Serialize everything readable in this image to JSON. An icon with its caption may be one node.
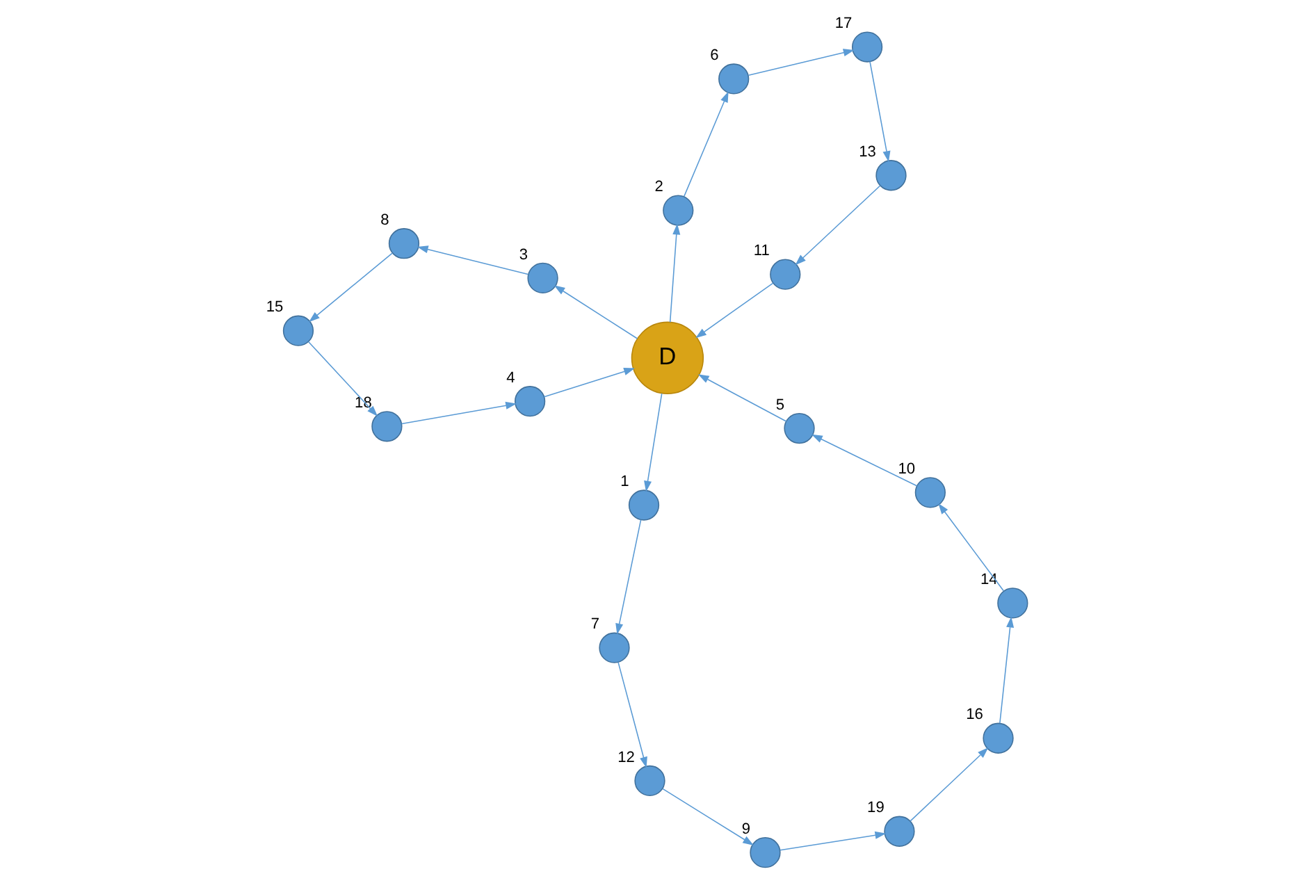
{
  "diagram": {
    "nodes": [
      {
        "text": [
          "D"
        ]
      },
      {
        "text": [],
        "shape": "circle",
        "beside": [
          "1"
        ]
      },
      {
        "text": [],
        "shape": "circle",
        "beside": [
          "2"
        ]
      },
      {
        "text": [],
        "shape": "circle",
        "beside": [
          "3"
        ]
      },
      {
        "text": [],
        "shape": "circle",
        "beside": [
          "4"
        ]
      },
      {
        "text": [],
        "shape": "circle",
        "beside": [
          "5"
        ]
      },
      {
        "text": [],
        "shape": "circle",
        "beside": [
          "6"
        ]
      },
      {
        "text": [],
        "shape": "circle",
        "beside": [
          "7"
        ]
      },
      {
        "text": [],
        "shape": "circle",
        "beside": [
          "8"
        ]
      },
      {
        "text": [],
        "shape": "circle",
        "beside": [
          "9"
        ]
      },
      {
        "text": [],
        "shape": "circle",
        "beside": [
          "10"
        ]
      },
      {
        "text": [],
        "shape": "circle",
        "beside": [
          "11"
        ]
      },
      {
        "text": [],
        "shape": "circle",
        "beside": [
          "12"
        ]
      },
      {
        "text": [],
        "shape": "circle",
        "beside": [
          "13"
        ]
      },
      {
        "text": [],
        "shape": "circle",
        "beside": [
          "14"
        ]
      },
      {
        "text": [],
        "shape": "circle",
        "beside": [
          "15"
        ]
      },
      {
        "text": [],
        "shape": "circle",
        "beside": [
          "16"
        ]
      },
      {
        "text": [],
        "shape": "circle",
        "beside": [
          "17"
        ]
      },
      {
        "text": [],
        "shape": "circle",
        "beside": [
          "18"
        ]
      },
      {
        "text": [],
        "shape": "circle",
        "beside": [
          "19"
        ]
      }
    ],
    "edges": [
      {
        "from": 0,
        "to": 1,
        "arrow": "to"
      },
      {
        "from": 1,
        "to": 7,
        "arrow": "to"
      },
      {
        "from": 7,
        "to": 12,
        "arrow": "to"
      },
      {
        "from": 12,
        "to": 9,
        "arrow": "to"
      },
      {
        "from": 9,
        "to": 19,
        "arrow": "to"
      },
      {
        "from": 19,
        "to": 16,
        "arrow": "to"
      },
      {
        "from": 16,
        "to": 14,
        "arrow": "to"
      },
      {
        "from": 14,
        "to": 10,
        "arrow": "to"
      },
      {
        "from": 10,
        "to": 5,
        "arrow": "to"
      },
      {
        "from": 5,
        "to": 0,
        "arrow": "to"
      },
      {
        "from": 0,
        "to": 2,
        "arrow": "to"
      },
      {
        "from": 2,
        "to": 6,
        "arrow": "to"
      },
      {
        "from": 6,
        "to": 17,
        "arrow": "to"
      },
      {
        "from": 17,
        "to": 13,
        "arrow": "to"
      },
      {
        "from": 13,
        "to": 11,
        "arrow": "to"
      },
      {
        "from": 11,
        "to": 0,
        "arrow": "to"
      },
      {
        "from": 0,
        "to": 3,
        "arrow": "to"
      },
      {
        "from": 3,
        "to": 8,
        "arrow": "to"
      },
      {
        "from": 8,
        "to": 15,
        "arrow": "to"
      },
      {
        "from": 15,
        "to": 18,
        "arrow": "to"
      },
      {
        "from": 18,
        "to": 4,
        "arrow": "to"
      },
      {
        "from": 4,
        "to": 0,
        "arrow": "to"
      }
    ]
  }
}
